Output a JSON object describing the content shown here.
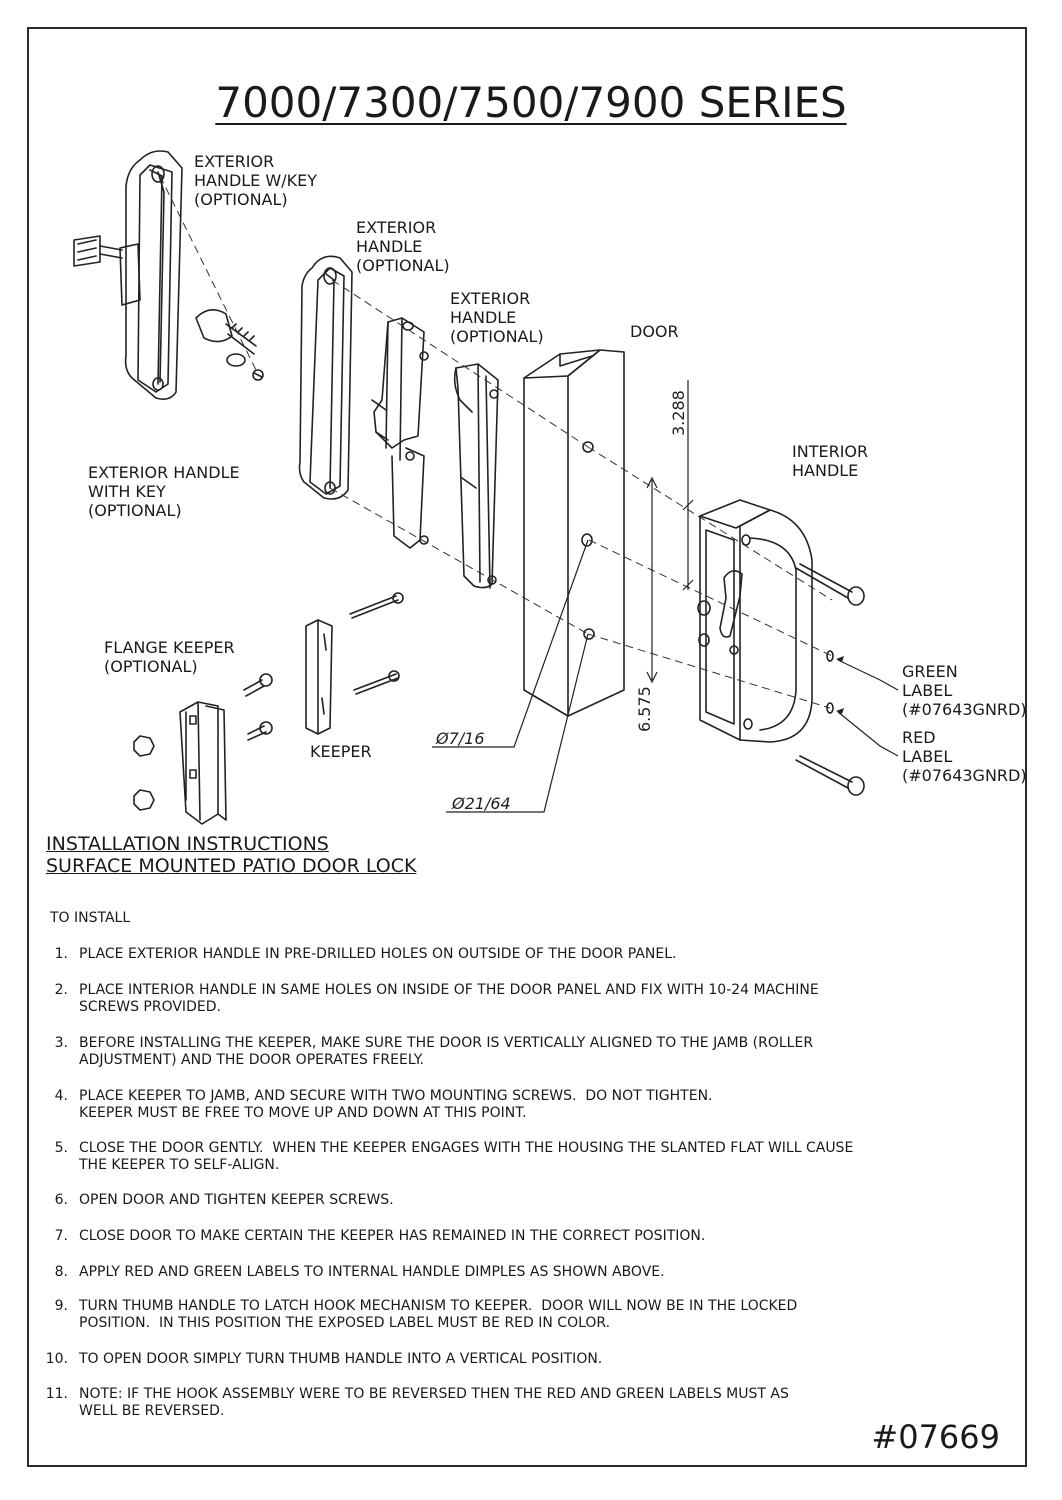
{
  "title": "7000/7300/7500/7900 SERIES",
  "labels": {
    "ext_handle_wkey": "EXTERIOR\nHANDLE W/KEY\n(OPTIONAL)",
    "ext_handle_1": "EXTERIOR\nHANDLE\n(OPTIONAL)",
    "ext_handle_2": "EXTERIOR\nHANDLE\n(OPTIONAL)",
    "door": "DOOR",
    "ext_handle_with_key": "EXTERIOR HANDLE\nWITH KEY\n(OPTIONAL)",
    "interior_handle": "INTERIOR\nHANDLE",
    "flange_keeper": "FLANGE KEEPER\n(OPTIONAL)",
    "keeper": "KEEPER",
    "green_label": "GREEN\nLABEL\n(#07643GNRD)",
    "red_label": "RED\nLABEL\n(#07643GNRD)",
    "dim_top": "3.288",
    "dim_side": "6.575",
    "dia_small": "Ø7/16",
    "dia_large": "Ø21/64"
  },
  "heading": {
    "line1": "INSTALLATION INSTRUCTIONS",
    "line2": "SURFACE MOUNTED PATIO DOOR LOCK"
  },
  "to_install": "TO INSTALL",
  "steps": [
    {
      "num": "1.",
      "text": "PLACE EXTERIOR HANDLE IN PRE-DRILLED HOLES ON OUTSIDE OF THE DOOR PANEL."
    },
    {
      "num": "2.",
      "text": "PLACE INTERIOR HANDLE IN SAME HOLES ON INSIDE OF THE DOOR PANEL AND FIX WITH 10-24 MACHINE\nSCREWS PROVIDED."
    },
    {
      "num": "3.",
      "text": "BEFORE INSTALLING THE KEEPER, MAKE SURE THE DOOR IS VERTICALLY ALIGNED TO THE JAMB (ROLLER\nADJUSTMENT) AND THE DOOR OPERATES FREELY."
    },
    {
      "num": "4.",
      "text": "PLACE KEEPER TO JAMB, AND SECURE WITH TWO MOUNTING SCREWS.  DO NOT TIGHTEN.\nKEEPER MUST BE FREE TO MOVE UP AND DOWN AT THIS POINT."
    },
    {
      "num": "5.",
      "text": "CLOSE THE DOOR GENTLY.  WHEN THE KEEPER ENGAGES WITH THE HOUSING THE SLANTED FLAT WILL CAUSE\nTHE KEEPER TO SELF-ALIGN."
    },
    {
      "num": "6.",
      "text": "OPEN DOOR AND TIGHTEN KEEPER SCREWS."
    },
    {
      "num": "7.",
      "text": "CLOSE DOOR TO MAKE CERTAIN THE KEEPER HAS REMAINED IN THE CORRECT POSITION."
    },
    {
      "num": "8.",
      "text": "APPLY RED AND GREEN LABELS TO INTERNAL HANDLE DIMPLES AS SHOWN ABOVE."
    },
    {
      "num": "9.",
      "text": "TURN THUMB HANDLE TO LATCH HOOK MECHANISM TO KEEPER.  DOOR WILL NOW BE IN THE LOCKED\nPOSITION.  IN THIS POSITION THE EXPOSED LABEL MUST BE RED IN COLOR."
    },
    {
      "num": "10.",
      "text": "TO OPEN DOOR SIMPLY TURN THUMB HANDLE INTO A VERTICAL POSITION."
    },
    {
      "num": "11.",
      "text": "NOTE: IF THE HOOK ASSEMBLY WERE TO BE REVERSED THEN THE RED AND GREEN LABELS MUST AS\nWELL BE REVERSED."
    }
  ],
  "doc_number": "#07669"
}
